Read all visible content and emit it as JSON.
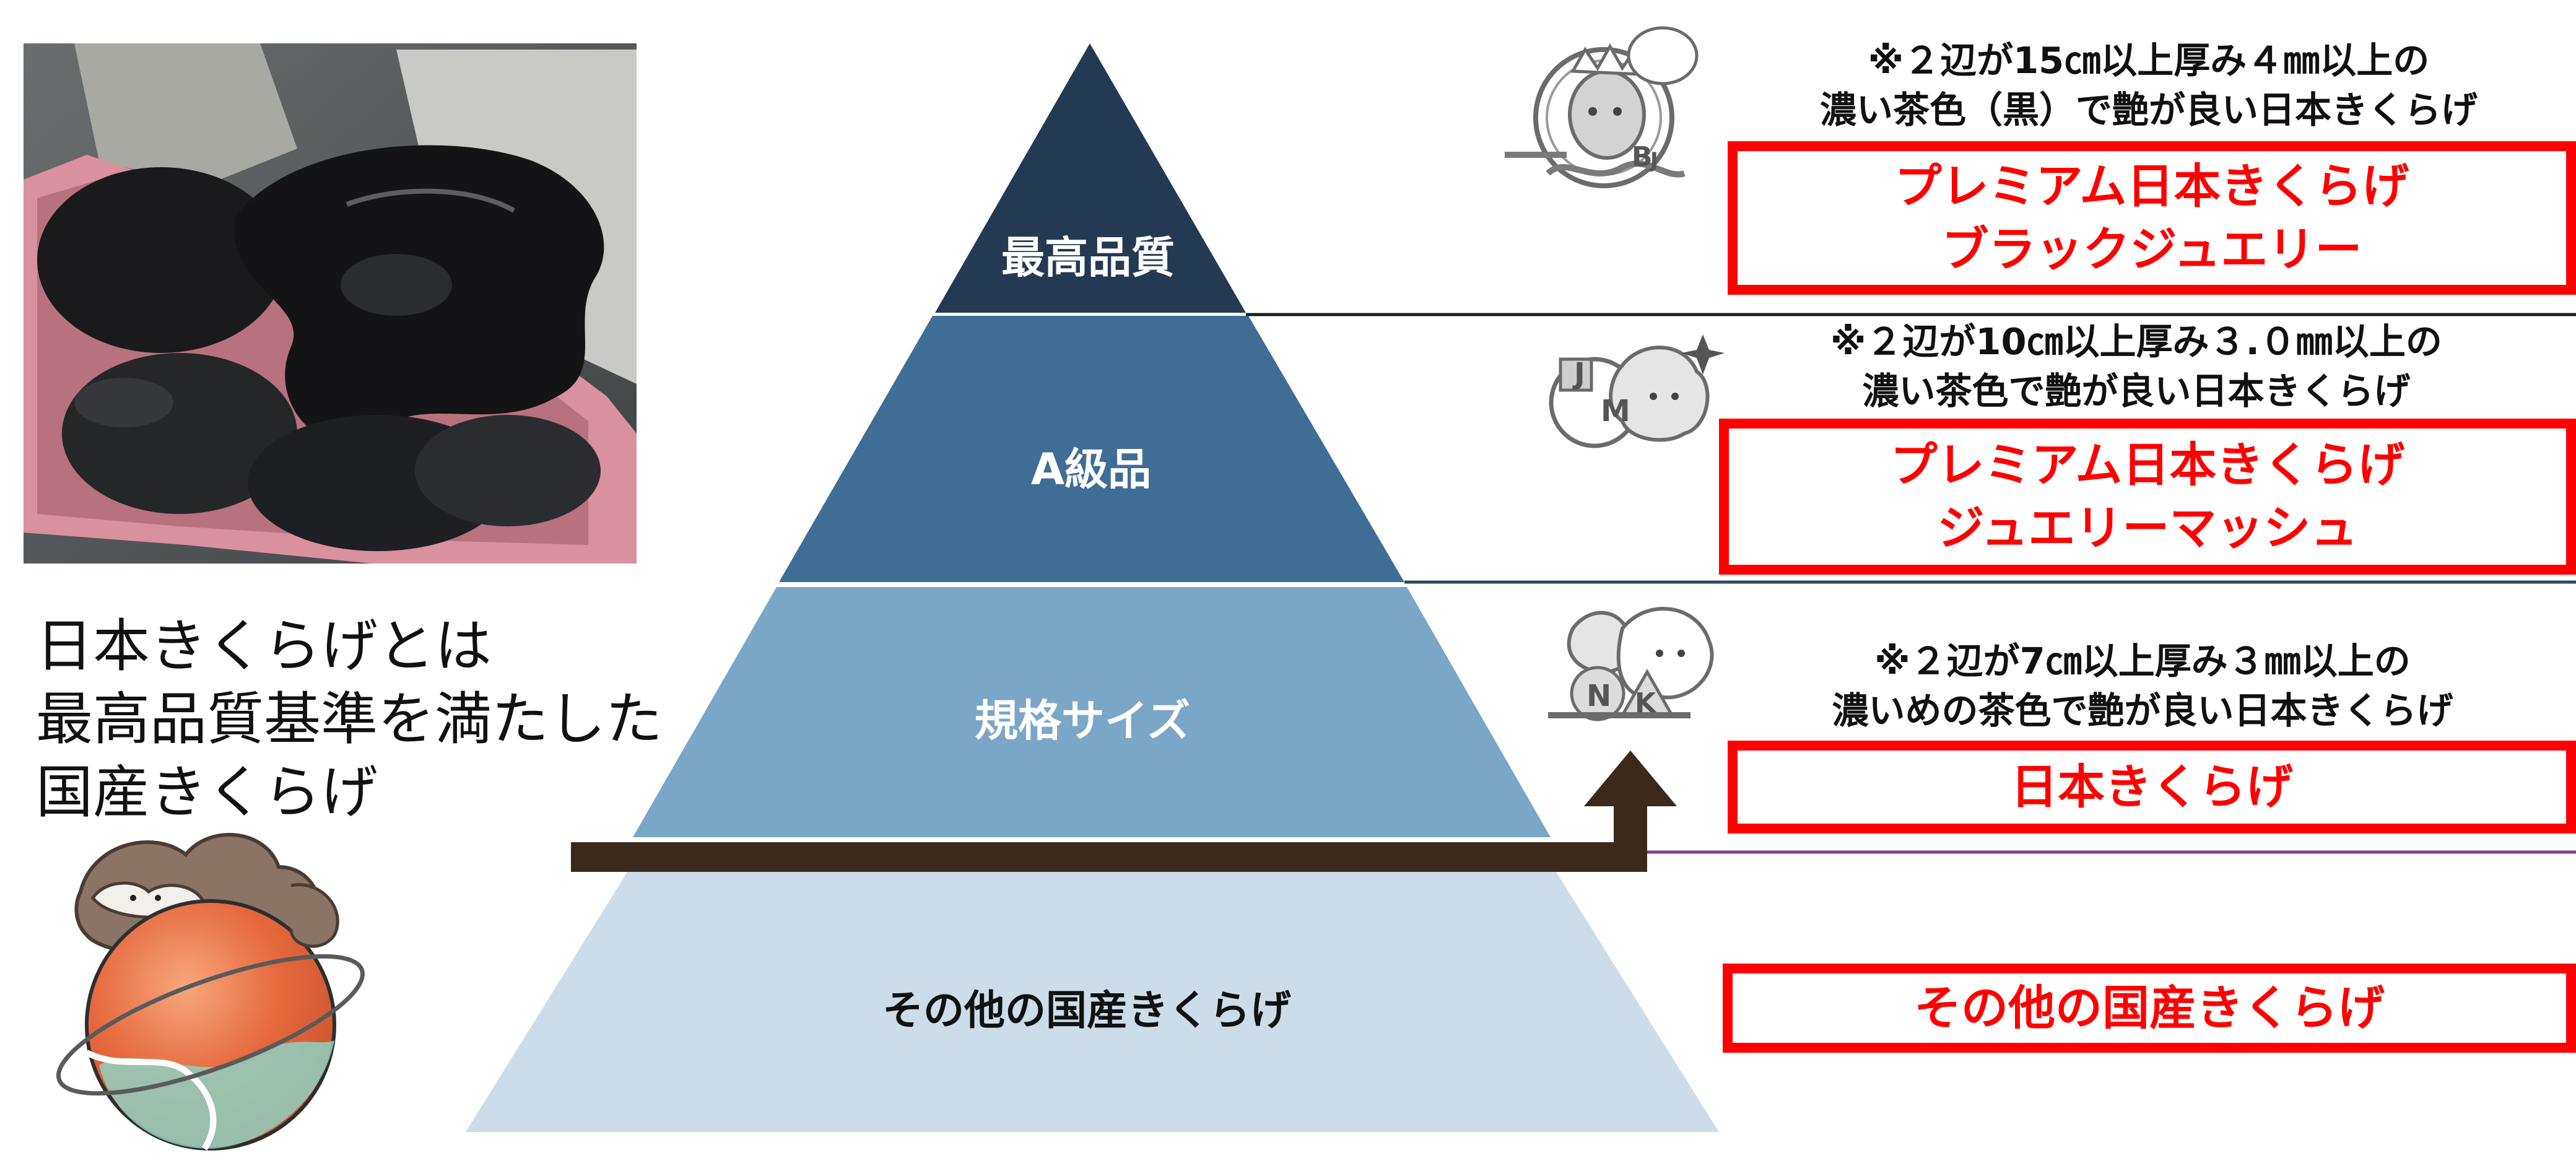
{
  "pyramid": {
    "tiers": [
      {
        "label": "最高品質",
        "color": "#243a53",
        "text_color": "#ffffff"
      },
      {
        "label": "A級品",
        "color": "#3f6d95",
        "text_color": "#ffffff"
      },
      {
        "label": "規格サイズ",
        "color": "#7aa6c8",
        "text_color": "#ffffff"
      },
      {
        "label": "その他の国産きくらげ",
        "color": "#ccdde9",
        "text_color": "#111111"
      }
    ]
  },
  "intro": {
    "lines": [
      "日本きくらげとは",
      "最高品質基準を満たした",
      "国産きくらげ"
    ]
  },
  "grades": [
    {
      "note_lines": [
        "※２辺が15㎝以上厚み４㎜以上の",
        "濃い茶色（黒）で艶が良い日本きくらげ"
      ],
      "box_lines": [
        "プレミアム日本きくらげ",
        "ブラックジュエリー"
      ],
      "badge_letters": [
        "B",
        "J"
      ]
    },
    {
      "note_lines": [
        "※２辺が10㎝以上厚み３.０㎜以上の",
        "濃い茶色で艶が良い日本きくらげ"
      ],
      "box_lines": [
        "プレミアム日本きくらげ",
        "ジュエリーマッシュ"
      ],
      "badge_letters": [
        "J",
        "M"
      ]
    },
    {
      "note_lines": [
        "※２辺が7㎝以上厚み３㎜以上の",
        "濃いめの茶色で艶が良い日本きくらげ"
      ],
      "box_lines": [
        "日本きくらげ"
      ],
      "badge_letters": [
        "N",
        "K"
      ]
    },
    {
      "note_lines": [],
      "box_lines": [
        "その他の国産きくらげ"
      ],
      "badge_letters": []
    }
  ],
  "colors": {
    "accent_red": "#ff0000",
    "arrow_brown": "#3b2a1c",
    "divider": "#1a1a1a"
  }
}
